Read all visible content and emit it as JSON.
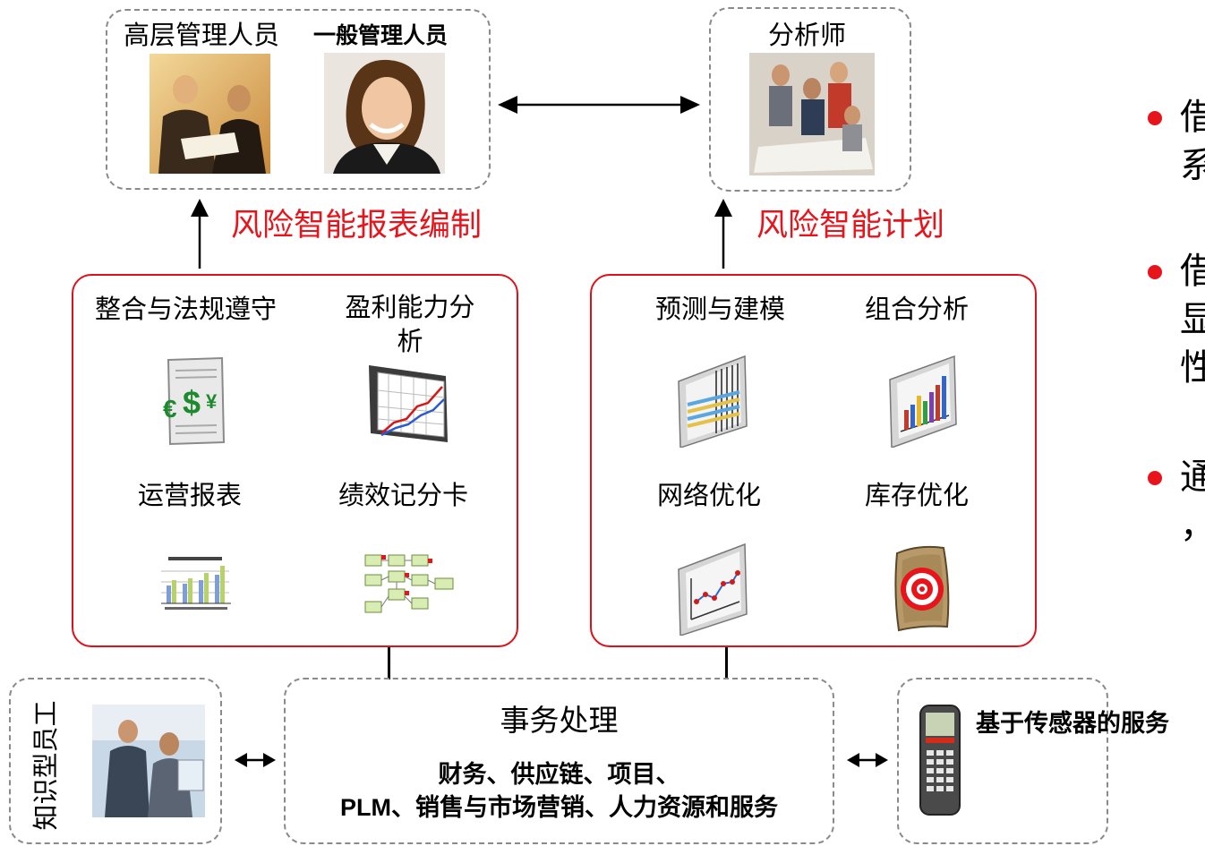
{
  "top_left": {
    "label_senior": "高层管理人员",
    "label_general": "一般管理人员"
  },
  "top_right": {
    "label_analyst": "分析师"
  },
  "titles": {
    "reporting": "风险智能报表编制",
    "planning": "风险智能计划"
  },
  "left_panel": {
    "items": [
      {
        "label": "整合与法规遵守",
        "icon": "currency-document-icon"
      },
      {
        "label": "盈利能力分析",
        "icon": "line-chart-icon"
      },
      {
        "label": "运营报表",
        "icon": "bar-report-icon"
      },
      {
        "label": "绩效记分卡",
        "icon": "scorecard-flow-icon"
      }
    ]
  },
  "right_panel": {
    "items": [
      {
        "label": "预测与建模",
        "icon": "forecast-model-icon"
      },
      {
        "label": "组合分析",
        "icon": "bar-chart-icon"
      },
      {
        "label": "网络优化",
        "icon": "network-line-icon"
      },
      {
        "label": "库存优化",
        "icon": "target-icon"
      }
    ]
  },
  "bottom": {
    "knowledge_worker": "知识型员工",
    "transactions_title": "事务处理",
    "transactions_line1": "财务、供应链、项目、",
    "transactions_line2_bold": "PLM",
    "transactions_line2_rest": "、销售与市场营销、人力资源和服务",
    "sensor_services": "基于传感器的服务"
  },
  "bullets": [
    {
      "line1": "借",
      "line2": "系"
    },
    {
      "line1": "借",
      "line2": "显",
      "line3": "性"
    },
    {
      "line1": "通",
      "line2": "，"
    }
  ],
  "colors": {
    "accent_red": "#e8141c",
    "dash_gray": "#8a8a8a"
  }
}
